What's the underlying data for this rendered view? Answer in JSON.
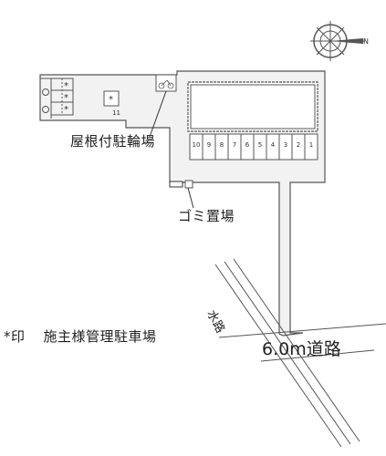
{
  "labels": {
    "bicycle_parking": "屋根付駐輪場",
    "garbage": "ゴミ置場",
    "legend_mark": "*印",
    "legend_text": "施主様管理駐車場",
    "road": "6.0m道路",
    "waterway": "水路"
  },
  "parking_numbers": [
    "10",
    "9",
    "8",
    "7",
    "6",
    "5",
    "4",
    "3",
    "2",
    "1"
  ],
  "small_lot_number": "11",
  "star_mark": "*",
  "compass": {
    "direction_label": "N"
  },
  "colors": {
    "line": "#555555",
    "lot": "#f2f2f2",
    "building": "#ffffff"
  }
}
